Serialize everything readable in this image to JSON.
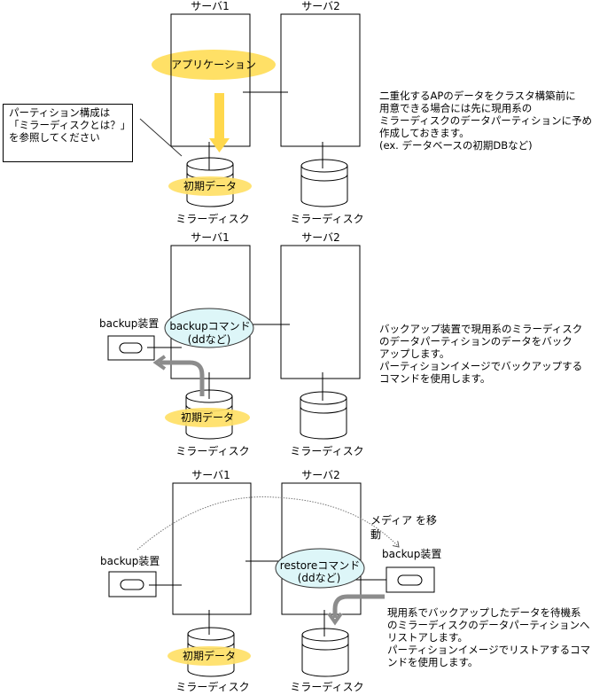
{
  "colors": {
    "highlight_yellow": "#FFE066",
    "command_ellipse_fill": "#DDF6F8",
    "arrow_gray": "#8C8C8C",
    "line": "#000000"
  },
  "icons": {
    "server": "rectangle",
    "mirror_disk": "cylinder",
    "backup_device": "rectangle-with-slot",
    "flow_arrow": "thick-arrow",
    "media_move_arrow": "dotted-curved-arrow"
  },
  "step1": {
    "server1_label": "サーバ1",
    "server2_label": "サーバ2",
    "application_label": "アプリケーション",
    "initial_data_label": "初期データ",
    "disk1_label": "ミラーディスク",
    "disk2_label": "ミラーディスク",
    "callout_lines": [
      "パーティション構成は",
      "「ミラーディスクとは？」",
      "を参照してください"
    ],
    "description_lines": [
      "二重化するAPのデータをクラスタ構築前に",
      "用意できる場合には先に現用系の",
      "ミラーディスクのデータパーティションに予め",
      "作成しておきます。",
      "(ex. データベースの初期DBなど)"
    ]
  },
  "step2": {
    "server1_label": "サーバ1",
    "server2_label": "サーバ2",
    "backup_device_label": "backup装置",
    "command_line1": "backupコマンド",
    "command_line2": "(ddなど)",
    "initial_data_label": "初期データ",
    "disk1_label": "ミラーディスク",
    "disk2_label": "ミラーディスク",
    "description_lines": [
      "バックアップ装置で現用系のミラーディスク",
      "のデータパーティションのデータをバック",
      "アップします。",
      "パーティションイメージでバックアップする",
      "コマンドを使用します。"
    ]
  },
  "step3": {
    "server1_label": "サーバ1",
    "server2_label": "サーバ2",
    "backup_device_left_label": "backup装置",
    "backup_device_right_label": "backup装置",
    "media_move_line1": "メディア を移",
    "media_move_line2": "動",
    "command_line1": "restoreコマンド",
    "command_line2": "(ddなど)",
    "initial_data_label": "初期データ",
    "disk1_label": "ミラーディスク",
    "disk2_label": "ミラーディスク",
    "description_lines": [
      "現用系でバックアップしたデータを待機系",
      "のミラーディスクのデータパーティションへ",
      "リストアします。",
      "パーティションイメージでリストアするコマ",
      "ンドを使用します。"
    ]
  }
}
